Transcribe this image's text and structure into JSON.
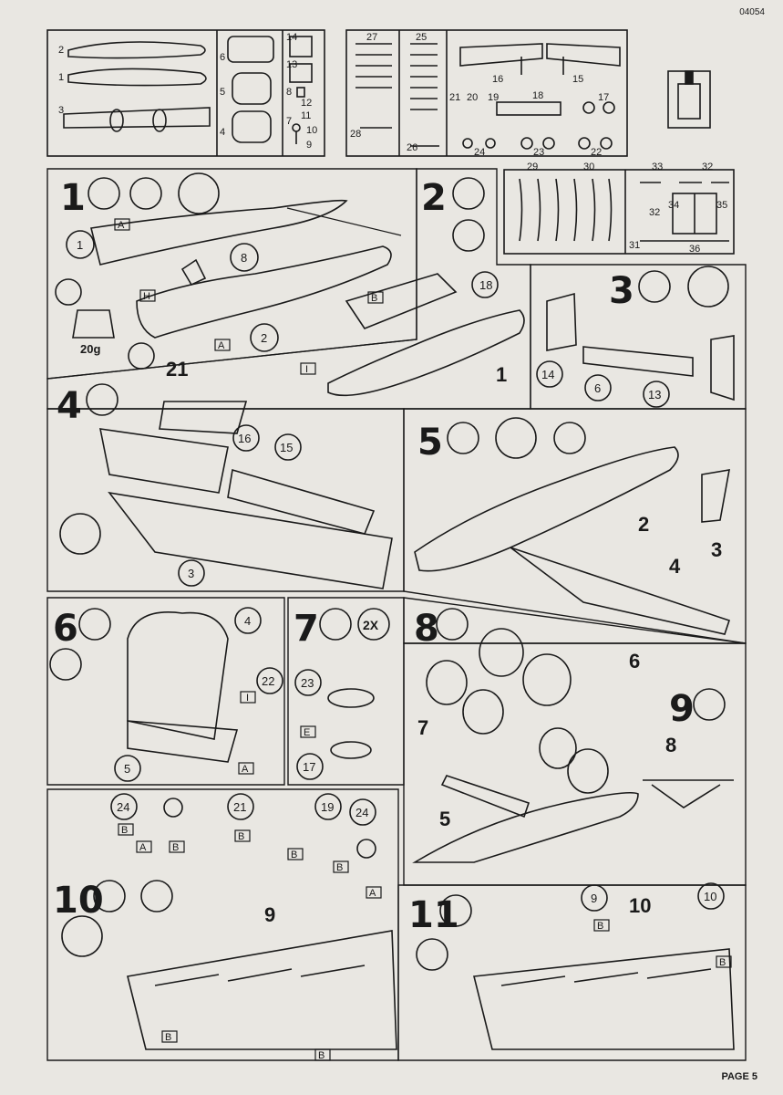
{
  "header": {
    "kit_code": "04054"
  },
  "footer": {
    "page_label": "PAGE 5"
  },
  "sprues": {
    "a_parts": [
      "2",
      "1",
      "3",
      "6",
      "5",
      "4",
      "14",
      "13",
      "12",
      "11",
      "8",
      "7",
      "10",
      "9"
    ],
    "b_parts": [
      "27",
      "25",
      "21",
      "20",
      "19",
      "18",
      "16",
      "15",
      "17",
      "28",
      "26",
      "24",
      "23",
      "22"
    ],
    "c_parts": [
      "29",
      "30",
      "33",
      "32",
      "32",
      "34",
      "35",
      "31",
      "36"
    ]
  },
  "steps": [
    {
      "num": "1",
      "callouts": [
        "1",
        "8",
        "2"
      ],
      "markers": [
        "A",
        "H",
        "A"
      ],
      "weight": "20g",
      "goto": "21"
    },
    {
      "num": "2",
      "callouts": [
        "18",
        "1"
      ],
      "markers": [
        "B",
        "I"
      ]
    },
    {
      "num": "3",
      "callouts": [
        "14",
        "6",
        "13"
      ]
    },
    {
      "num": "4",
      "callouts": [
        "16",
        "15",
        "3"
      ]
    },
    {
      "num": "5",
      "callouts": [
        "2",
        "3",
        "4"
      ]
    },
    {
      "num": "6",
      "callouts": [
        "4",
        "22",
        "5"
      ],
      "markers": [
        "I",
        "A"
      ]
    },
    {
      "num": "7",
      "callouts": [
        "23",
        "17"
      ],
      "markers": [
        "E"
      ],
      "multiplier": "2X"
    },
    {
      "num": "8",
      "callouts": [
        "6",
        "7"
      ]
    },
    {
      "num": "9",
      "callouts": [
        "8",
        "5"
      ]
    },
    {
      "num": "10",
      "callouts": [
        "24",
        "21",
        "19",
        "24",
        "9"
      ],
      "markers": [
        "B",
        "A",
        "B",
        "B",
        "B",
        "B",
        "A",
        "B",
        "B"
      ]
    },
    {
      "num": "11",
      "callouts": [
        "9",
        "10",
        "10"
      ],
      "markers": [
        "B",
        "B"
      ]
    }
  ]
}
